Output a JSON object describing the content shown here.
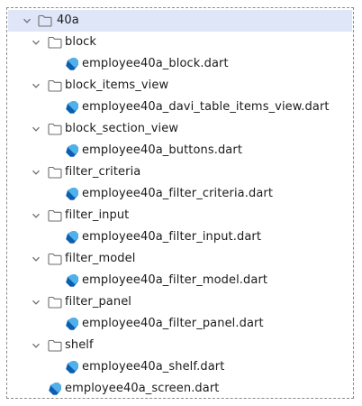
{
  "tree": {
    "root": {
      "label": "40a",
      "icon": "folder-icon",
      "expanded": true,
      "selected": true
    },
    "items": [
      {
        "name": "folder-block",
        "kind": "folder",
        "label": "block",
        "icon": "folder-icon",
        "expanded": true
      },
      {
        "name": "file-employee40a-block",
        "kind": "dart",
        "label": "employee40a_block.dart",
        "icon": "dart-icon"
      },
      {
        "name": "folder-block-items-view",
        "kind": "folder",
        "label": "block_items_view",
        "icon": "folder-icon",
        "expanded": true
      },
      {
        "name": "file-employee40a-davi-table-items-view",
        "kind": "dart",
        "label": "employee40a_davi_table_items_view.dart",
        "icon": "dart-icon"
      },
      {
        "name": "folder-block-section-view",
        "kind": "folder",
        "label": "block_section_view",
        "icon": "folder-icon",
        "expanded": true
      },
      {
        "name": "file-employee40a-buttons",
        "kind": "dart",
        "label": "employee40a_buttons.dart",
        "icon": "dart-icon"
      },
      {
        "name": "folder-filter-criteria",
        "kind": "folder",
        "label": "filter_criteria",
        "icon": "folder-icon",
        "expanded": true
      },
      {
        "name": "file-employee40a-filter-criteria",
        "kind": "dart",
        "label": "employee40a_filter_criteria.dart",
        "icon": "dart-icon"
      },
      {
        "name": "folder-filter-input",
        "kind": "folder",
        "label": "filter_input",
        "icon": "folder-icon",
        "expanded": true
      },
      {
        "name": "file-employee40a-filter-input",
        "kind": "dart",
        "label": "employee40a_filter_input.dart",
        "icon": "dart-icon"
      },
      {
        "name": "folder-filter-model",
        "kind": "folder",
        "label": "filter_model",
        "icon": "folder-icon",
        "expanded": true
      },
      {
        "name": "file-employee40a-filter-model",
        "kind": "dart",
        "label": "employee40a_filter_model.dart",
        "icon": "dart-icon"
      },
      {
        "name": "folder-filter-panel",
        "kind": "folder",
        "label": "filter_panel",
        "icon": "folder-icon",
        "expanded": true
      },
      {
        "name": "file-employee40a-filter-panel",
        "kind": "dart",
        "label": "employee40a_filter_panel.dart",
        "icon": "dart-icon"
      },
      {
        "name": "folder-shelf",
        "kind": "folder",
        "label": "shelf",
        "icon": "folder-icon",
        "expanded": true
      },
      {
        "name": "file-employee40a-shelf",
        "kind": "dart",
        "label": "employee40a_shelf.dart",
        "icon": "dart-icon"
      },
      {
        "name": "file-employee40a-screen",
        "kind": "dart",
        "label": "employee40a_screen.dart",
        "icon": "dart-icon"
      }
    ]
  },
  "colors": {
    "selection": "#dfe6f8",
    "dart_dark": "#0b5eb0",
    "dart_light": "#4fb0ea",
    "folder_stroke": "#6e6e6e",
    "chevron": "#6e6e6e"
  }
}
